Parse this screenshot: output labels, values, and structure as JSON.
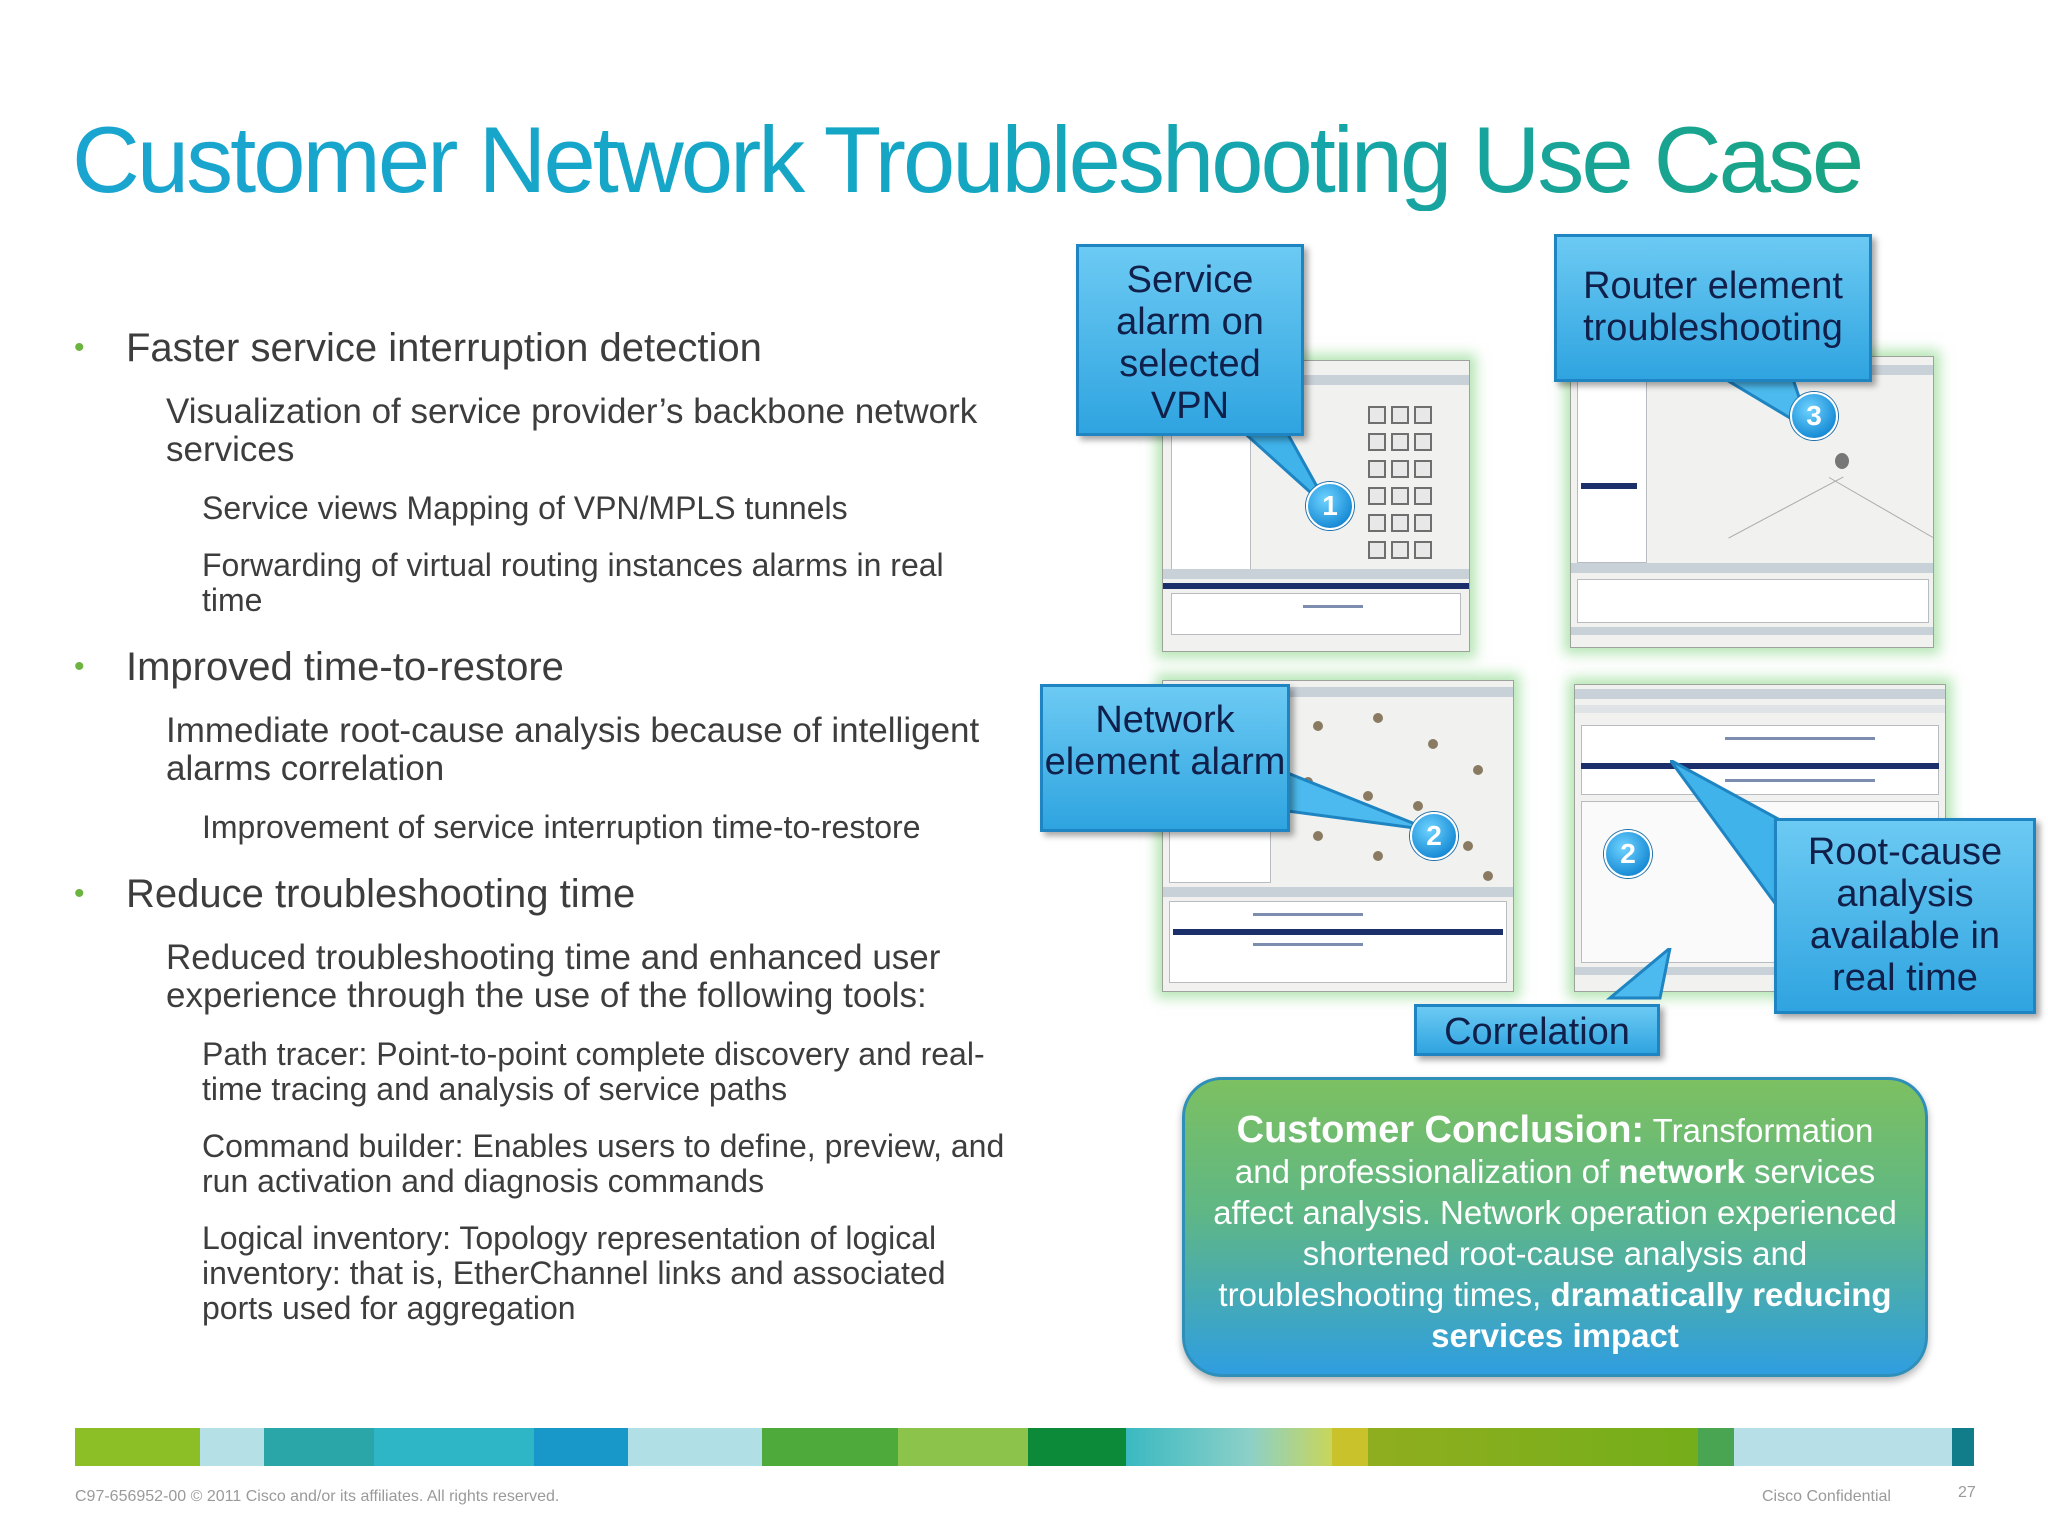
{
  "title": "Customer Network Troubleshooting Use Case",
  "bullets": [
    {
      "level": 1,
      "text": "Faster service interruption detection"
    },
    {
      "level": 2,
      "text": "Visualization of service provider’s backbone network services"
    },
    {
      "level": 3,
      "text": "Service views Mapping of VPN/MPLS tunnels"
    },
    {
      "level": 3,
      "text": "Forwarding of virtual routing instances alarms in real time"
    },
    {
      "level": 1,
      "text": "Improved time-to-restore"
    },
    {
      "level": 2,
      "text": "Immediate root-cause analysis because of intelligent alarms correlation"
    },
    {
      "level": 3,
      "text": "Improvement of service interruption time-to-restore"
    },
    {
      "level": 1,
      "text": "Reduce troubleshooting time"
    },
    {
      "level": 2,
      "text": "Reduced troubleshooting time and enhanced user experience through the use of the following tools:"
    },
    {
      "level": 3,
      "text": "Path tracer: Point-to-point complete discovery and real-time tracing and analysis of service paths"
    },
    {
      "level": 3,
      "text": "Command builder: Enables users to define, preview, and run activation and diagnosis commands"
    },
    {
      "level": 3,
      "text": "Logical inventory: Topology representation of logical inventory: that is, EtherChannel links and associated ports used for aggregation"
    }
  ],
  "callouts": {
    "service_alarm": "Service alarm on selected VPN",
    "router_troubleshooting": "Router element troubleshooting",
    "network_element_alarm": "Network element alarm",
    "root_cause": "Root-cause analysis available in real time",
    "correlation": "Correlation"
  },
  "badges": {
    "one": "1",
    "two_a": "2",
    "two_b": "2",
    "three": "3"
  },
  "conclusion": {
    "head": "Customer Conclusion:",
    "t1": " Transformation and professionalization of ",
    "b1": "network",
    "t2": " services affect analysis. Network operation experienced shortened root-cause analysis and troubleshooting times, ",
    "b2": "dramatically reducing services impact"
  },
  "footer": {
    "left": "C97-656952-00  © 2011 Cisco and/or its affiliates. All rights reserved.",
    "confidential": "Cisco Confidential",
    "page": "27"
  },
  "colors": {
    "title_start": "#1aa5d0",
    "title_end": "#1aa37a",
    "bullet": "#6cb33f",
    "callout": "#3fb3ea",
    "stripe": [
      "#8cbf26",
      "#b5e0e6",
      "#2aa6a8",
      "#2fb6c6",
      "#2fb4d6",
      "#1897c9",
      "#b0dfe6",
      "#b0dfe6",
      "#4faa3c",
      "#7dc24a",
      "#8cc34a",
      "#0c8a3a",
      "#3ab9c1",
      "#8cd0c8",
      "#c8d65a",
      "#c9c22a",
      "#8fae1f",
      "#74ae1a",
      "#4aa552",
      "#b7dfe8",
      "#127d8a"
    ]
  }
}
